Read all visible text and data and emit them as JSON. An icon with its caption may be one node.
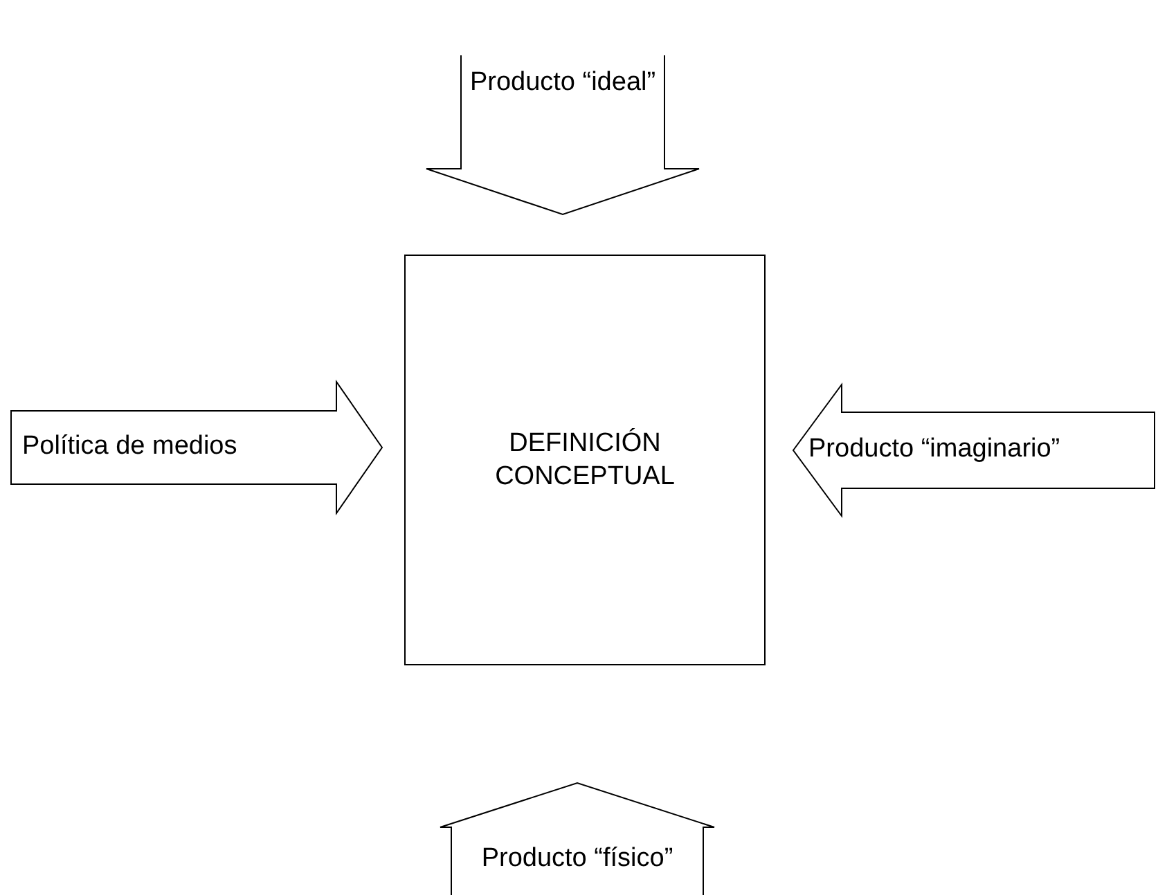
{
  "diagram": {
    "nodes": [
      {
        "text": [
          "Producto “ideal”"
        ]
      },
      {
        "text": [
          "Política de medios"
        ]
      },
      {
        "text": [
          "DEFINICIÓN CONCEPTUAL"
        ]
      },
      {
        "text": [
          "Producto “imaginario”"
        ]
      },
      {
        "text": [
          "Producto “físico”"
        ]
      }
    ]
  }
}
